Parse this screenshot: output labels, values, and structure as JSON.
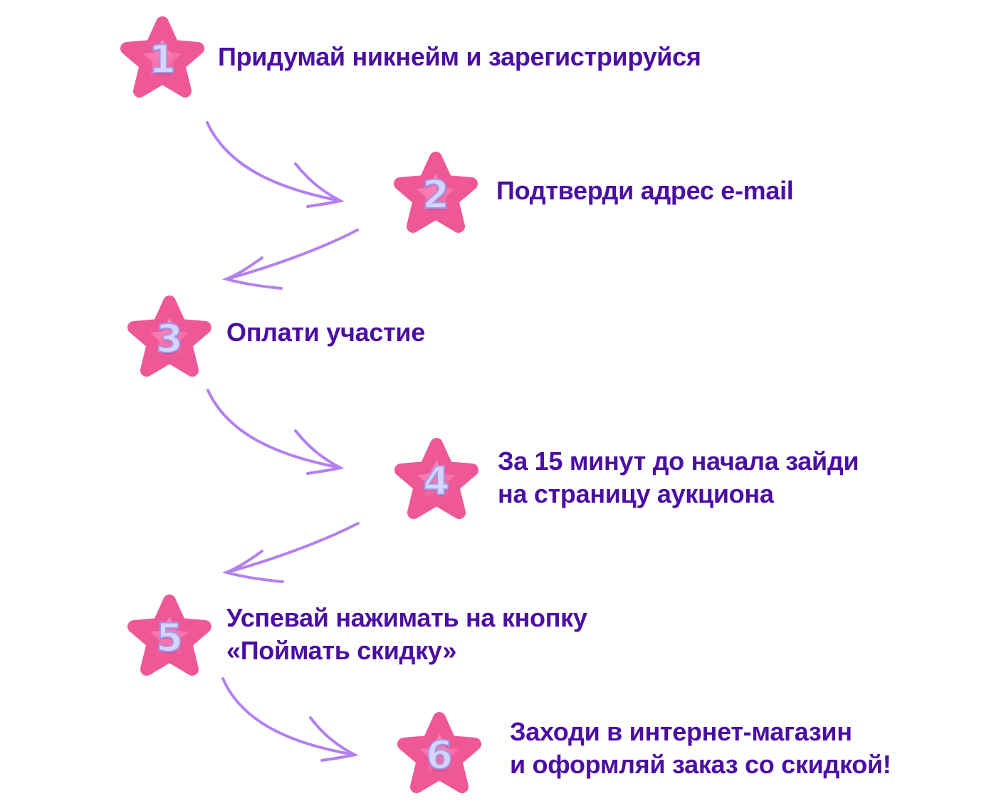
{
  "colors": {
    "text": "#4b0ea3",
    "star": "#f2619f",
    "arrow": "#b380ef",
    "number": "#d6d4ff"
  },
  "steps": [
    {
      "number": "1",
      "lines": [
        "Придумай никнейм и зарегистрируйся"
      ]
    },
    {
      "number": "2",
      "lines": [
        "Подтверди адрес e-mail"
      ]
    },
    {
      "number": "3",
      "lines": [
        "Оплати участие"
      ]
    },
    {
      "number": "4",
      "lines": [
        "За 15 минут до начала зайди",
        "на страницу аукциона"
      ]
    },
    {
      "number": "5",
      "lines": [
        "Успевай нажимать на кнопку",
        "«Поймать скидку»"
      ]
    },
    {
      "number": "6",
      "lines": [
        "Заходи в интернет-магазин",
        "и оформляй заказ со скидкой!"
      ]
    }
  ]
}
